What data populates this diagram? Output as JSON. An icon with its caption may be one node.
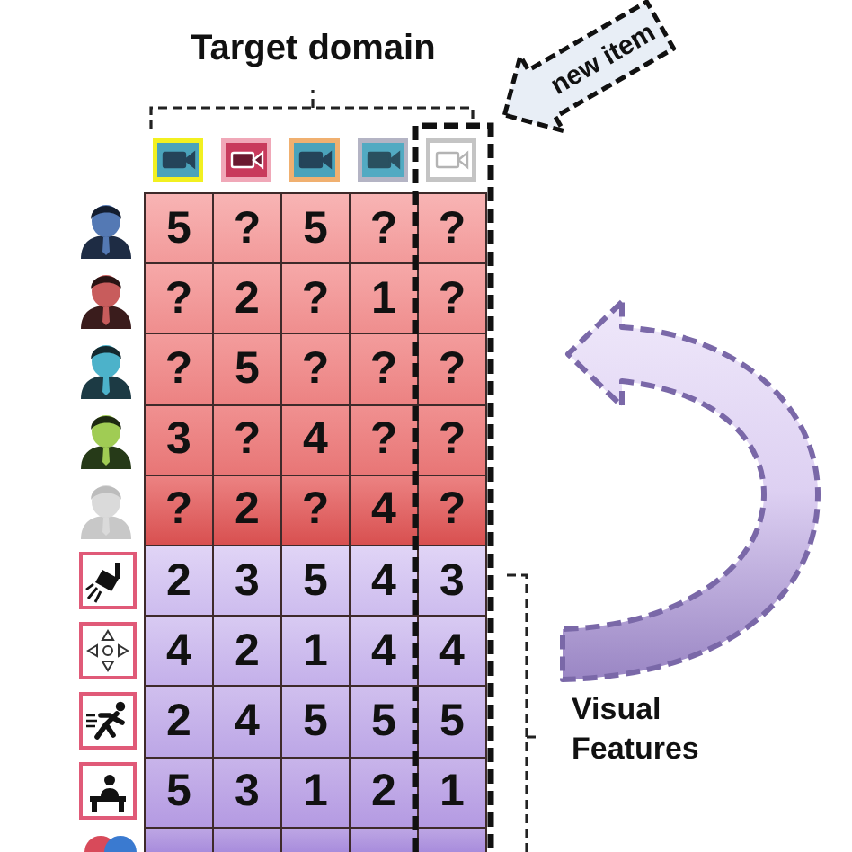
{
  "diagram": {
    "labels": [
      "Target domain",
      "new item",
      "5",
      "?",
      "5",
      "?",
      "?",
      "?",
      "2",
      "?",
      "1",
      "?",
      "?",
      "5",
      "?",
      "?",
      "?",
      "3",
      "?",
      "4",
      "?",
      "?",
      "?",
      "2",
      "?",
      "4",
      "?",
      "2",
      "3",
      "5",
      "4",
      "3",
      "4",
      "2",
      "1",
      "4",
      "4",
      "2",
      "4",
      "5",
      "5",
      "5",
      "5",
      "3",
      "1",
      "2",
      "1",
      "Visual Features"
    ]
  }
}
